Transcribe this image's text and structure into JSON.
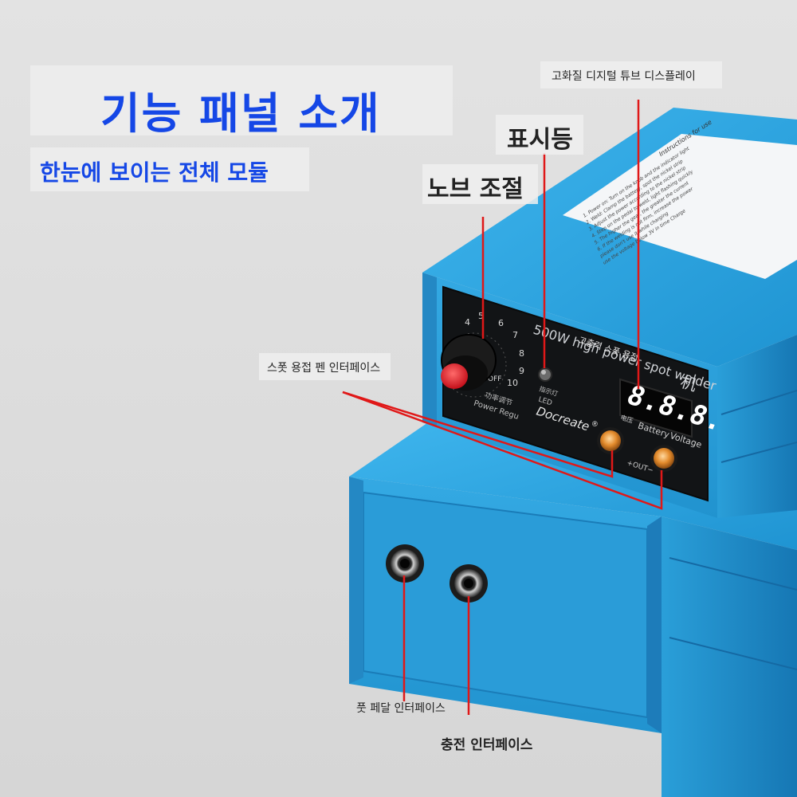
{
  "heading": {
    "title": "기능 패널 소개",
    "subtitle": "한눈에 보이는 전체 모듈"
  },
  "callouts": {
    "display": "고화질 디지털 튜브 디스플레이",
    "indicator": "표시등",
    "knob": "노브 조절",
    "spot_pen": "스폿 용접 펜 인터페이스",
    "foot_pedal": "풋 페달 인터페이스",
    "charging": "충전 인터페이스"
  },
  "device": {
    "panel_model": "500W high power spot welder",
    "panel_badge": "고출력 스폿 용접",
    "panel_cn_suffix": "机",
    "brand": "Docreate",
    "brand_mark": "®",
    "display_value": "8.8.8.",
    "led_cn": "指示灯",
    "led_label": "LED",
    "power_cn": "功率调节",
    "power_label": "Power Regu",
    "battery_cn": "电压",
    "battery_label": "Battery",
    "voltage_label": "Voltage",
    "output_label": "+OUT−",
    "dial_numbers": [
      "4",
      "5",
      "6",
      "7",
      "8",
      "9",
      "10",
      "OFF"
    ],
    "instructions_title": "Instructions for use",
    "instructions_lines": [
      "1. Power on: Turn on the knob and the indicator light",
      "2. Weld: Clamp the battery, spot the nickel strip",
      "3. Adjust the power according to the nickel strip",
      "4. Step on the pedal to weld, light flashing quickly",
      "5. The higher the gear, the greater the current",
      "6. If the welding is not firm, increase the power",
      "please don't use it while charging",
      "use the voltage below 3V in time Charge"
    ]
  },
  "colors": {
    "accent": "#1547e6",
    "case_blue": "#2fa9e4",
    "pointer_red": "#e01818"
  }
}
